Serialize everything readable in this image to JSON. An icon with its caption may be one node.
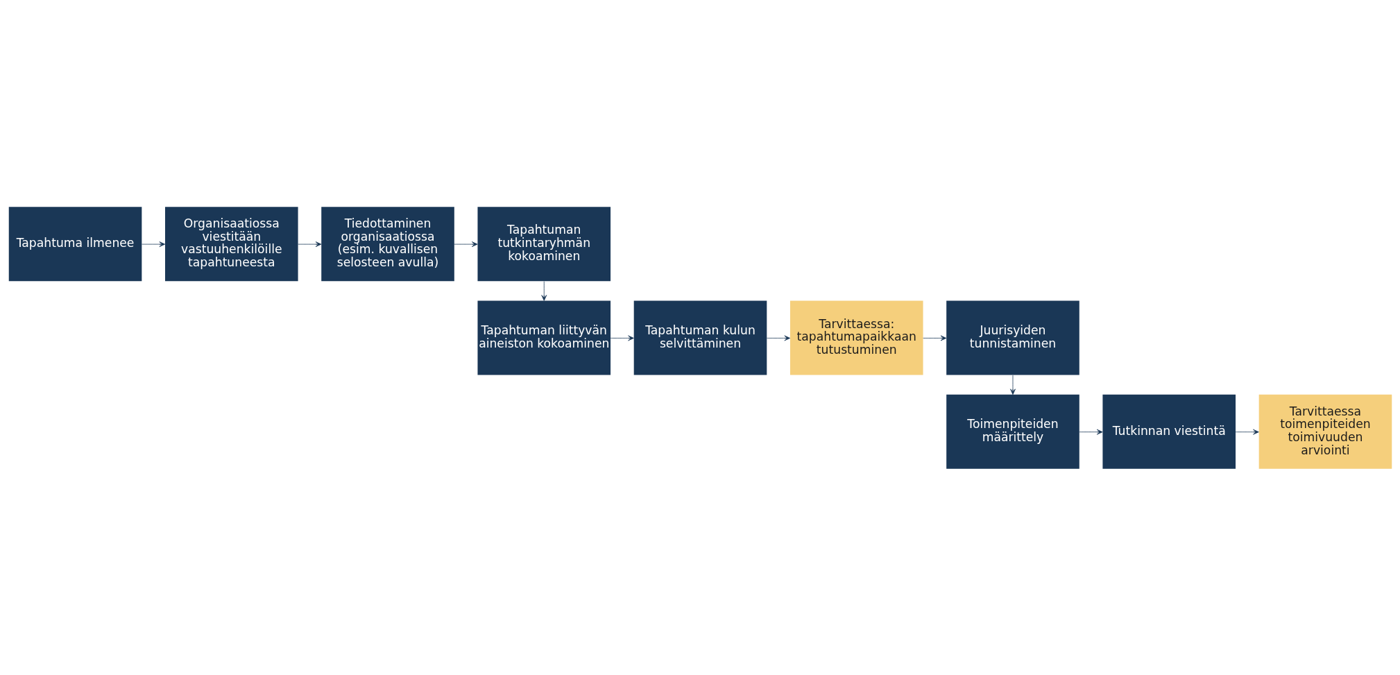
{
  "diagram": {
    "nodes": [
      {
        "text": [
          "Tapahtuma ilmenee"
        ]
      },
      {
        "text": [
          "Organisaatiossa viestitään vastuuhenkilöille tapahtuneesta"
        ]
      },
      {
        "text": [
          "Tiedottaminen organisaatiossa (esim. kuvallisen selosteen avulla)"
        ]
      },
      {
        "text": [
          "Tapahtuman tutkintaryhmän kokoaminen"
        ]
      },
      {
        "text": [
          "Tapahtuman liittyvän aineiston kokoaminen"
        ]
      },
      {
        "text": [
          "Tapahtuman kulun selvittäminen"
        ]
      },
      {
        "text": [
          "Tarvittaessa: tapahtumapaikkaan tutustuminen"
        ]
      },
      {
        "text": [
          "Juurisyiden tunnistaminen"
        ]
      },
      {
        "text": [
          "Toimenpiteiden määrittely"
        ]
      },
      {
        "text": [
          "Tutkinnan viestintä"
        ]
      },
      {
        "text": [
          "Tarvittaessa toimenpiteiden toimivuuden arviointi"
        ]
      }
    ],
    "edges": [
      {
        "from": 0,
        "to": 1,
        "arrow": "to"
      },
      {
        "from": 1,
        "to": 2,
        "arrow": "to"
      },
      {
        "from": 2,
        "to": 3,
        "arrow": "to"
      },
      {
        "from": 3,
        "to": 4,
        "arrow": "to"
      },
      {
        "from": 4,
        "to": 5,
        "arrow": "to"
      },
      {
        "from": 5,
        "to": 6,
        "arrow": "to"
      },
      {
        "from": 6,
        "to": 7,
        "arrow": "to"
      },
      {
        "from": 7,
        "to": 8,
        "arrow": "to"
      },
      {
        "from": 8,
        "to": 9,
        "arrow": "to"
      },
      {
        "from": 9,
        "to": 10,
        "arrow": "to"
      }
    ]
  }
}
